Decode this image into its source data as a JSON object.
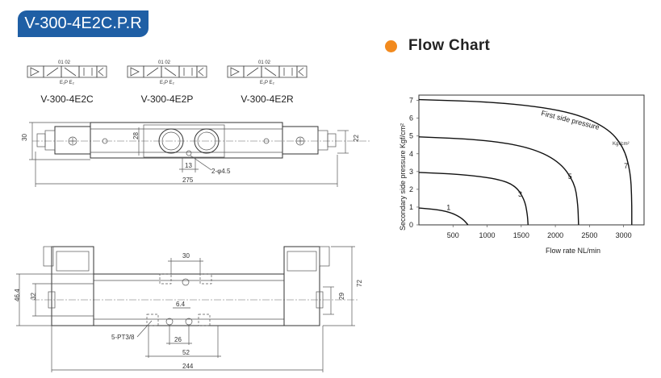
{
  "header": {
    "model": "V-300-4E2C.P.R",
    "flow_title": "Flow Chart"
  },
  "symbols": [
    {
      "label": "V-300-4E2C",
      "ports_top": "01  02",
      "ports_bottom": "E₁P E₂"
    },
    {
      "label": "V-300-4E2P",
      "ports_top": "01  02",
      "ports_bottom": "E₁P E₂"
    },
    {
      "label": "V-300-4E2R",
      "ports_top": "01  02",
      "ports_bottom": "E₁P E₂"
    }
  ],
  "top_view": {
    "dims": {
      "height": "30",
      "inner_height": "28",
      "right_height": "22",
      "spacing": "13",
      "length": "275",
      "hole": "2-φ4.5"
    }
  },
  "bottom_view": {
    "dims": {
      "port_spacing": "30",
      "overall_height": "46.4",
      "body_height": "32",
      "coil_height": "29",
      "right_height": "72",
      "bottom_spacing": "6.4",
      "pitch": "26",
      "span": "52",
      "length": "244",
      "ports": "5-PT3/8"
    }
  },
  "chart_data": {
    "type": "line",
    "xlabel": "Flow rate  NL/min",
    "ylabel": "Secondary side pressure  Kgf/cm²",
    "xlim": [
      0,
      3300
    ],
    "ylim": [
      0,
      7.3
    ],
    "x_ticks": [
      "500",
      "1000",
      "1500",
      "2000",
      "2500",
      "3000"
    ],
    "y_ticks": [
      "0",
      "1",
      "2",
      "3",
      "4",
      "5",
      "6",
      "7"
    ],
    "annotations": [
      "First side pressure",
      "Kgf/cm²"
    ],
    "series": [
      {
        "name": "1",
        "points": [
          [
            0,
            0.95
          ],
          [
            300,
            0.85
          ],
          [
            500,
            0.65
          ],
          [
            640,
            0.35
          ],
          [
            720,
            0.0
          ]
        ]
      },
      {
        "name": "3",
        "points": [
          [
            0,
            2.95
          ],
          [
            600,
            2.85
          ],
          [
            1150,
            2.6
          ],
          [
            1420,
            2.2
          ],
          [
            1550,
            1.4
          ],
          [
            1590,
            0.6
          ],
          [
            1600,
            0.0
          ]
        ]
      },
      {
        "name": "5",
        "points": [
          [
            0,
            4.95
          ],
          [
            900,
            4.8
          ],
          [
            1600,
            4.4
          ],
          [
            2050,
            3.6
          ],
          [
            2280,
            2.4
          ],
          [
            2330,
            1.2
          ],
          [
            2340,
            0.0
          ]
        ]
      },
      {
        "name": "7",
        "points": [
          [
            0,
            7.05
          ],
          [
            1200,
            6.9
          ],
          [
            2200,
            6.4
          ],
          [
            2750,
            5.5
          ],
          [
            3000,
            4.4
          ],
          [
            3100,
            3.0
          ],
          [
            3120,
            1.5
          ],
          [
            3120,
            0.0
          ]
        ]
      }
    ]
  }
}
